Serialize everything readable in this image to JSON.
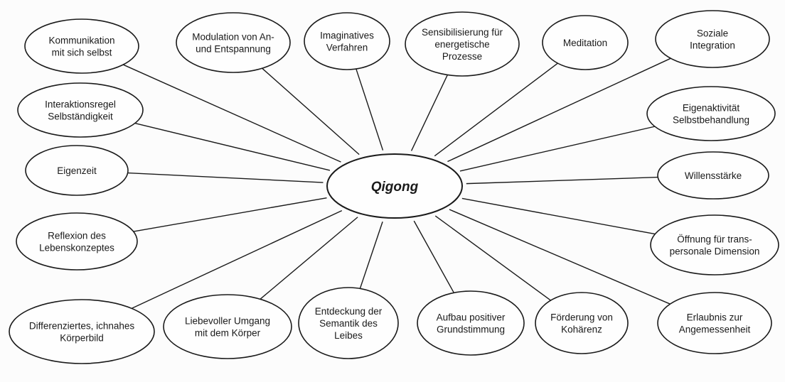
{
  "center": {
    "label": "Qigong"
  },
  "nodes": [
    {
      "id": "kommunikation",
      "lines": [
        "Kommunikation",
        "mit sich selbst"
      ]
    },
    {
      "id": "modulation",
      "lines": [
        "Modulation von An-",
        "und Entspannung"
      ]
    },
    {
      "id": "imaginatives",
      "lines": [
        "Imaginatives",
        "Verfahren"
      ]
    },
    {
      "id": "sensibilisierung",
      "lines": [
        "Sensibilisierung für",
        "energetische",
        "Prozesse"
      ]
    },
    {
      "id": "meditation",
      "lines": [
        "Meditation"
      ]
    },
    {
      "id": "soziale",
      "lines": [
        "Soziale",
        "Integration"
      ]
    },
    {
      "id": "interaktionsregel",
      "lines": [
        "Interaktionsregel",
        "Selbständigkeit"
      ]
    },
    {
      "id": "eigenaktivitaet",
      "lines": [
        "Eigenaktivität",
        "Selbstbehandlung"
      ]
    },
    {
      "id": "eigenzeit",
      "lines": [
        "Eigenzeit"
      ]
    },
    {
      "id": "willensstaerke",
      "lines": [
        "Willensstärke"
      ]
    },
    {
      "id": "reflexion",
      "lines": [
        "Reflexion des",
        "Lebenskonzeptes"
      ]
    },
    {
      "id": "oeffnung",
      "lines": [
        "Öffnung für trans-",
        "personale Dimension"
      ]
    },
    {
      "id": "differenziertes",
      "lines": [
        "Differenziertes, ichnahes",
        "Körperbild"
      ]
    },
    {
      "id": "liebevoller",
      "lines": [
        "Liebevoller Umgang",
        "mit dem Körper"
      ]
    },
    {
      "id": "entdeckung",
      "lines": [
        "Entdeckung der",
        "Semantik des",
        "Leibes"
      ]
    },
    {
      "id": "aufbau",
      "lines": [
        "Aufbau positiver",
        "Grundstimmung"
      ]
    },
    {
      "id": "foerderung",
      "lines": [
        "Förderung von",
        "Kohärenz"
      ]
    },
    {
      "id": "erlaubnis",
      "lines": [
        "Erlaubnis zur",
        "Angemessenheit"
      ]
    }
  ]
}
